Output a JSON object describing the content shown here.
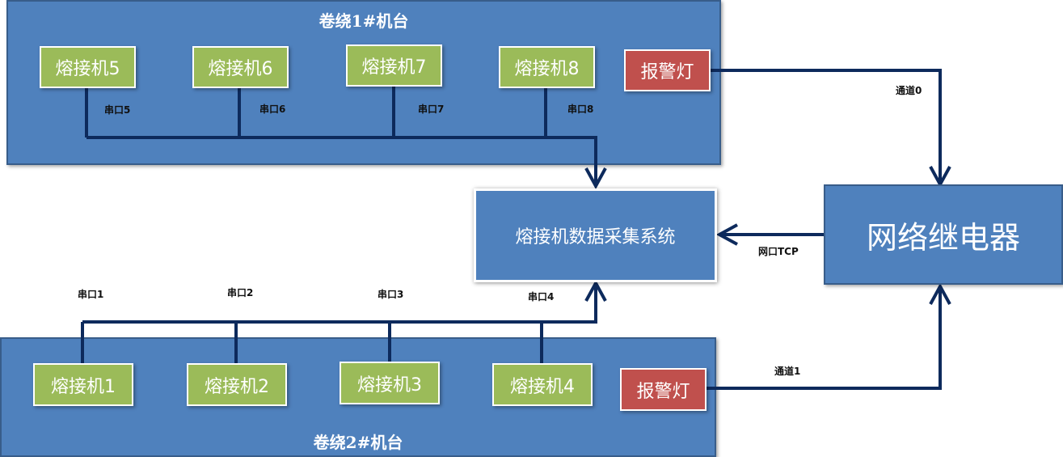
{
  "machine_1": {
    "title": "卷绕1#机台",
    "welders": [
      "熔接机5",
      "熔接机6",
      "熔接机7",
      "熔接机8"
    ],
    "ports": [
      "串口5",
      "串口6",
      "串口7",
      "串口8"
    ],
    "alarm": "报警灯"
  },
  "machine_2": {
    "title": "卷绕2#机台",
    "welders": [
      "熔接机1",
      "熔接机2",
      "熔接机3",
      "熔接机4"
    ],
    "ports": [
      "串口1",
      "串口2",
      "串口3",
      "串口4"
    ],
    "alarm": "报警灯"
  },
  "system": {
    "label": "熔接机数据采集系统"
  },
  "relay": {
    "label": "网络继电器"
  },
  "links": {
    "channel_0": "通道0",
    "channel_1": "通道1",
    "network_port": "网口TCP"
  },
  "colors": {
    "panel": "#4f81bd",
    "panel_border": "#385d8a",
    "welder": "#9bbb59",
    "alarm": "#c0504d",
    "wire": "#0d2a5c"
  }
}
